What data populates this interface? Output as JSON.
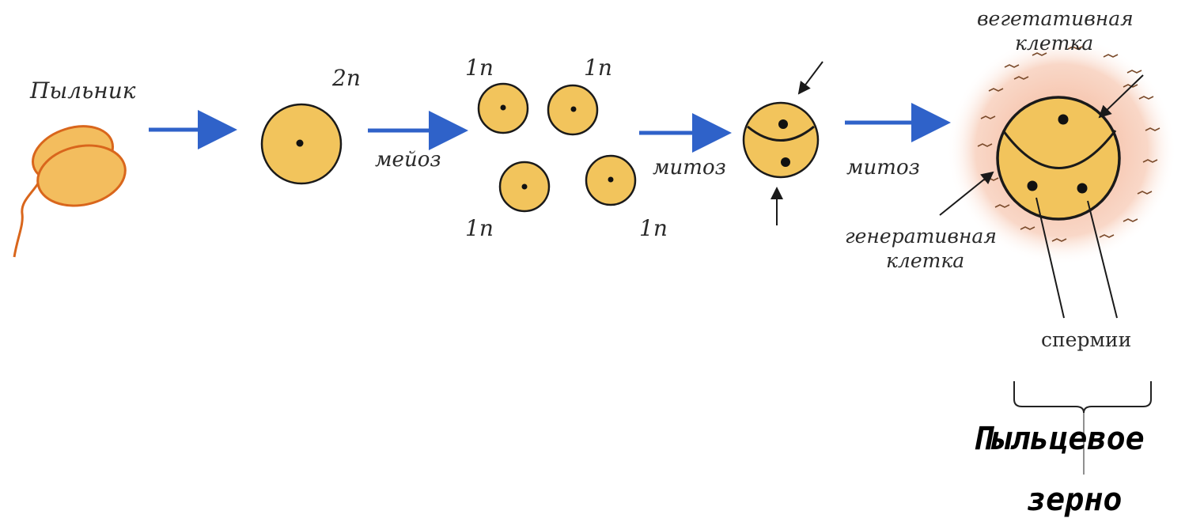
{
  "colors": {
    "cell_fill": "#f2c45c",
    "cell_stroke": "#1a1a1a",
    "anther_fill": "#f3bd5e",
    "anther_stroke": "#d9661c",
    "arrow": "#2f62c9",
    "halo": "#f1a27e"
  },
  "labels": {
    "anther": "Пыльник",
    "ploidy_2n": "2n",
    "ploidy_1n_a": "1n",
    "ploidy_1n_b": "1n",
    "ploidy_1n_c": "1n",
    "ploidy_1n_d": "1n",
    "meiosis": "мейоз",
    "mitosis_1": "митоз",
    "mitosis_2": "митоз",
    "vegetative_line1": "вегетативная",
    "vegetative_line2": "клетка",
    "generative_line1": "генеративная",
    "generative_line2": "клетка",
    "sperm": "спермии",
    "pollen_line1": "Пыльцевое",
    "pollen_line2": "зерно"
  }
}
